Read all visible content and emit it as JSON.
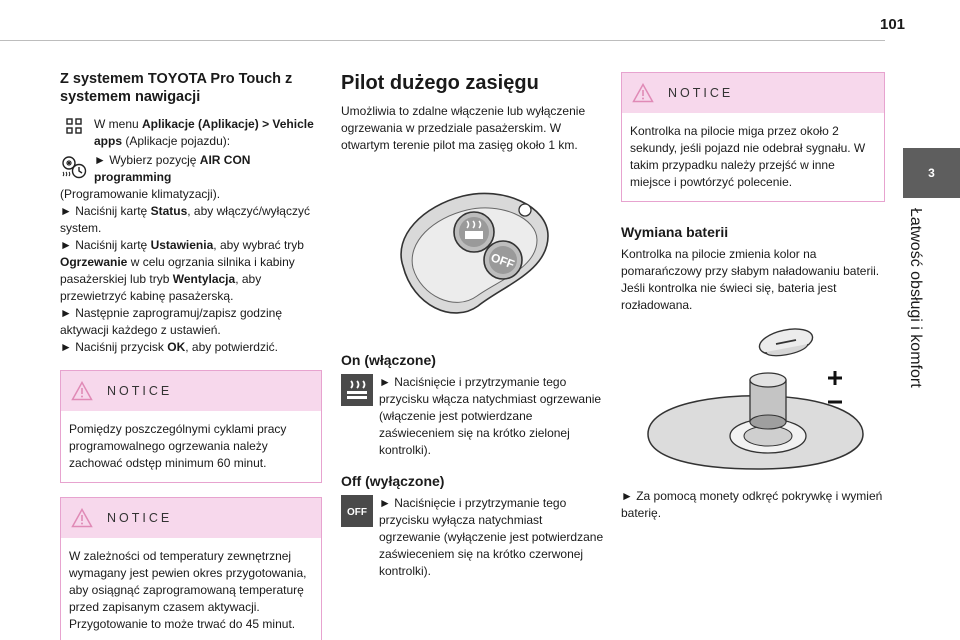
{
  "header": {
    "page_number": "101"
  },
  "chapter": {
    "number": "3",
    "title": "Łatwość obsługi i komfort"
  },
  "col1": {
    "heading": "Z systemem TOYOTA Pro Touch z systemem nawigacji",
    "line1_pre": "W menu ",
    "line1_bold": "Aplikacje (Aplikacje) > Vehicle apps",
    "line1_post": " (Aplikacje pojazdu):",
    "step1_pre": "► Wybierz pozycję ",
    "step1_bold": "AIR CON programming",
    "step1_post": " (Programowanie klimatyzacji).",
    "step2_pre": "► Naciśnij kartę ",
    "step2_bold": "Status",
    "step2_post": ", aby włączyć/wyłączyć system.",
    "step3_pre": "► Naciśnij kartę ",
    "step3_bold": "Ustawienia",
    "step3_mid": ", aby wybrać tryb ",
    "step3_bold2": "Ogrzewanie",
    "step3_mid2": " w celu ogrzania silnika i kabiny pasażerskiej lub tryb ",
    "step3_bold3": "Wentylacja",
    "step3_post": ", aby przewietrzyć kabinę pasażerską.",
    "step4": "► Następnie zaprogramuj/zapisz godzinę aktywacji każdego z ustawień.",
    "step5_pre": "► Naciśnij przycisk ",
    "step5_bold": "OK",
    "step5_post": ", aby potwierdzić.",
    "notice1_label": "NOTICE",
    "notice1_text": "Pomiędzy poszczególnymi cyklami pracy programowalnego ogrzewania należy zachować odstęp minimum 60 minut.",
    "notice2_label": "NOTICE",
    "notice2_text": "W zależności od temperatury zewnętrznej wymagany jest pewien okres przygotowania, aby osiągnąć zaprogramowaną temperaturę przed zapisanym czasem aktywacji. Przygotowanie to może trwać do 45 minut."
  },
  "col2": {
    "heading": "Pilot dużego zasięgu",
    "intro": "Umożliwia to zdalne włączenie lub wyłączenie ogrzewania w przedziale pasażerskim. W otwartym terenie pilot ma zasięg około 1 km.",
    "remote_off_label": "OFF",
    "on_heading": "On (włączone)",
    "on_text": "► Naciśnięcie i przytrzymanie tego przycisku włącza natychmiast ogrzewanie (włączenie jest potwierdzane zaświeceniem się na krótko zielonej kontrolki).",
    "off_heading": "Off (wyłączone)",
    "off_icon_label": "OFF",
    "off_text": "► Naciśnięcie i przytrzymanie tego przycisku wyłącza natychmiast ogrzewanie (wyłączenie jest potwierdzane zaświeceniem się na krótko czerwonej kontrolki)."
  },
  "col3": {
    "notice_label": "NOTICE",
    "notice_text": "Kontrolka na pilocie miga przez około 2 sekundy, jeśli pojazd nie odebrał sygnału. W takim przypadku należy przejść w inne miejsce i powtórzyć polecenie.",
    "battery_heading": "Wymiana baterii",
    "battery_text": "Kontrolka na pilocie zmienia kolor na pomarańczowy przy słabym naładowaniu baterii. Jeśli kontrolka nie świeci się, bateria jest rozładowana.",
    "battery_step": "► Za pomocą monety odkręć pokrywkę i wymień baterię."
  }
}
